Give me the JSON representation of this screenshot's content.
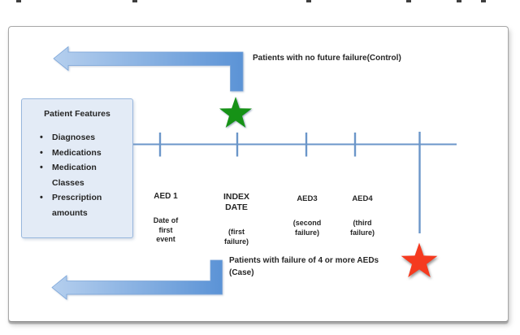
{
  "figure": {
    "top_arrow_label": "Patients with no future failure(Control)",
    "bottom_arrow_label_line1": "Patients with  failure of 4 or more AEDs",
    "bottom_arrow_label_line2": "(Case)",
    "patient_features": {
      "title": "Patient Features",
      "items": [
        "Diagnoses",
        "Medications",
        "Medication\nClasses",
        "Prescription\namounts"
      ]
    },
    "timeline_events": [
      {
        "title": "AED 1",
        "subtitle": "Date of\nfirst\nevent"
      },
      {
        "title": "INDEX\nDATE",
        "subtitle": "(first\nfailure)"
      },
      {
        "title": "AED3",
        "subtitle": "(second\nfailure)"
      },
      {
        "title": "AED4",
        "subtitle": "(third\nfailure)"
      }
    ],
    "markers": {
      "control": "green-star",
      "case": "red-star"
    }
  },
  "colors": {
    "arrow_light": "#b5cfee",
    "arrow_dark": "#5b93d6",
    "arrow_border": "#7aa4d8",
    "timeline": "#6b96c9",
    "box_fill": "#e3ebf6",
    "box_border": "#98b7dd",
    "green_star": "#169216",
    "red_star": "#f53a1f",
    "text": "#262626",
    "frame_border": "#a8a8a8"
  }
}
